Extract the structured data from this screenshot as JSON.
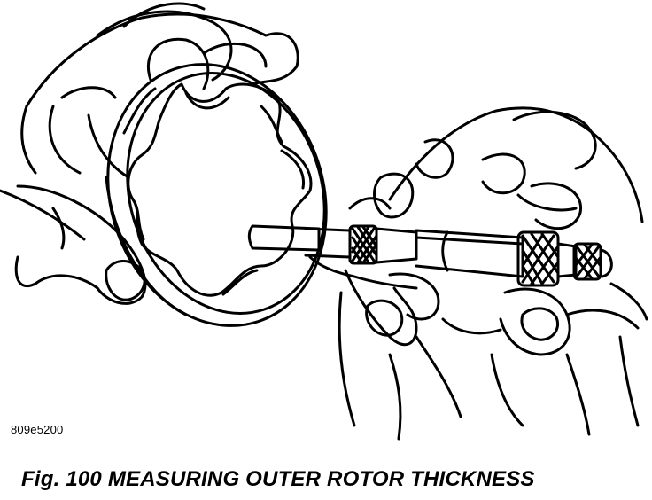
{
  "figure": {
    "illustration": "hands-measuring-outer-rotor-with-micrometer",
    "code": "809e5200",
    "caption": "Fig. 100 MEASURING OUTER ROTOR THICKNESS"
  },
  "colors": {
    "line": "#000000",
    "background": "#ffffff"
  }
}
